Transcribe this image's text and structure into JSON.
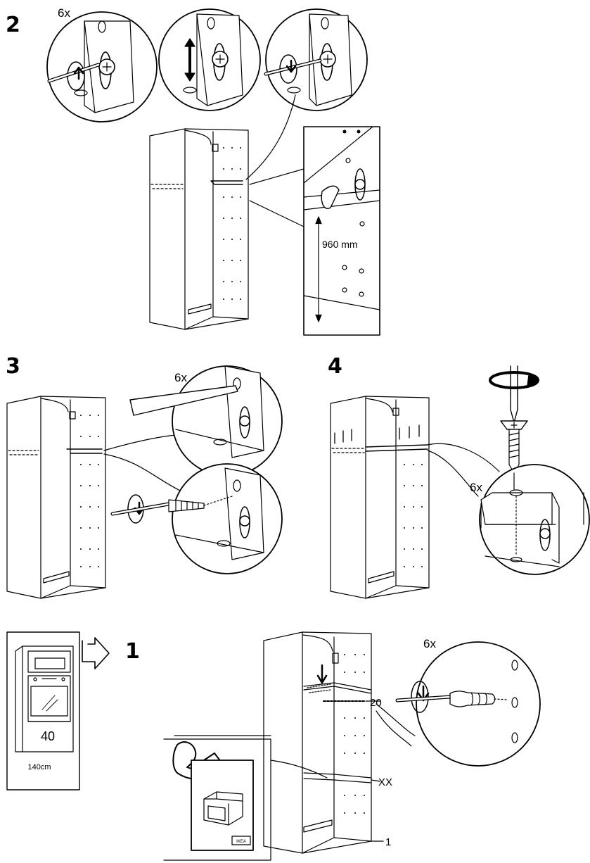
{
  "steps": {
    "step2": {
      "number": "2",
      "count": "6x",
      "measurement": "960 mm"
    },
    "step3": {
      "number": "3",
      "count": "6x"
    },
    "step4": {
      "number": "4",
      "count": "6x"
    },
    "step1": {
      "number": "1",
      "count": "6x",
      "label_20": "20",
      "label_xx": "XX",
      "label_1": "1"
    }
  },
  "sidebar": {
    "oven_number": "40",
    "width_label": "140cm"
  },
  "booklet": {
    "brand_text": "IKEA"
  }
}
